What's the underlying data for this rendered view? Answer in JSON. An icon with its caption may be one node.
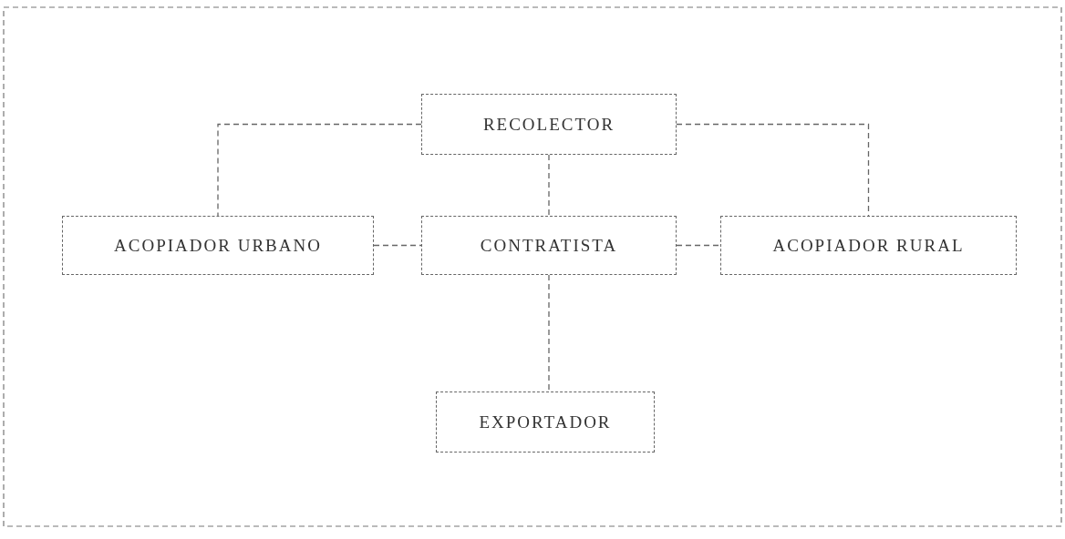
{
  "diagram": {
    "nodes": [
      {
        "text": [
          "RECOLECTOR"
        ]
      },
      {
        "text": [
          "ACOPIADOR URBANO"
        ]
      },
      {
        "text": [
          "CONTRATISTA"
        ]
      },
      {
        "text": [
          "ACOPIADOR RURAL"
        ]
      },
      {
        "text": [
          "EXPORTADOR"
        ]
      }
    ],
    "edges": [
      {
        "from": 0,
        "to": 1,
        "arrow": "none",
        "style": "dashed"
      },
      {
        "from": 0,
        "to": 2,
        "arrow": "none",
        "style": "dashed"
      },
      {
        "from": 0,
        "to": 3,
        "arrow": "none",
        "style": "dashed"
      },
      {
        "from": 1,
        "to": 2,
        "arrow": "none",
        "style": "dashed"
      },
      {
        "from": 2,
        "to": 3,
        "arrow": "none",
        "style": "dashed"
      },
      {
        "from": 2,
        "to": 4,
        "arrow": "none",
        "style": "dashed"
      }
    ]
  }
}
